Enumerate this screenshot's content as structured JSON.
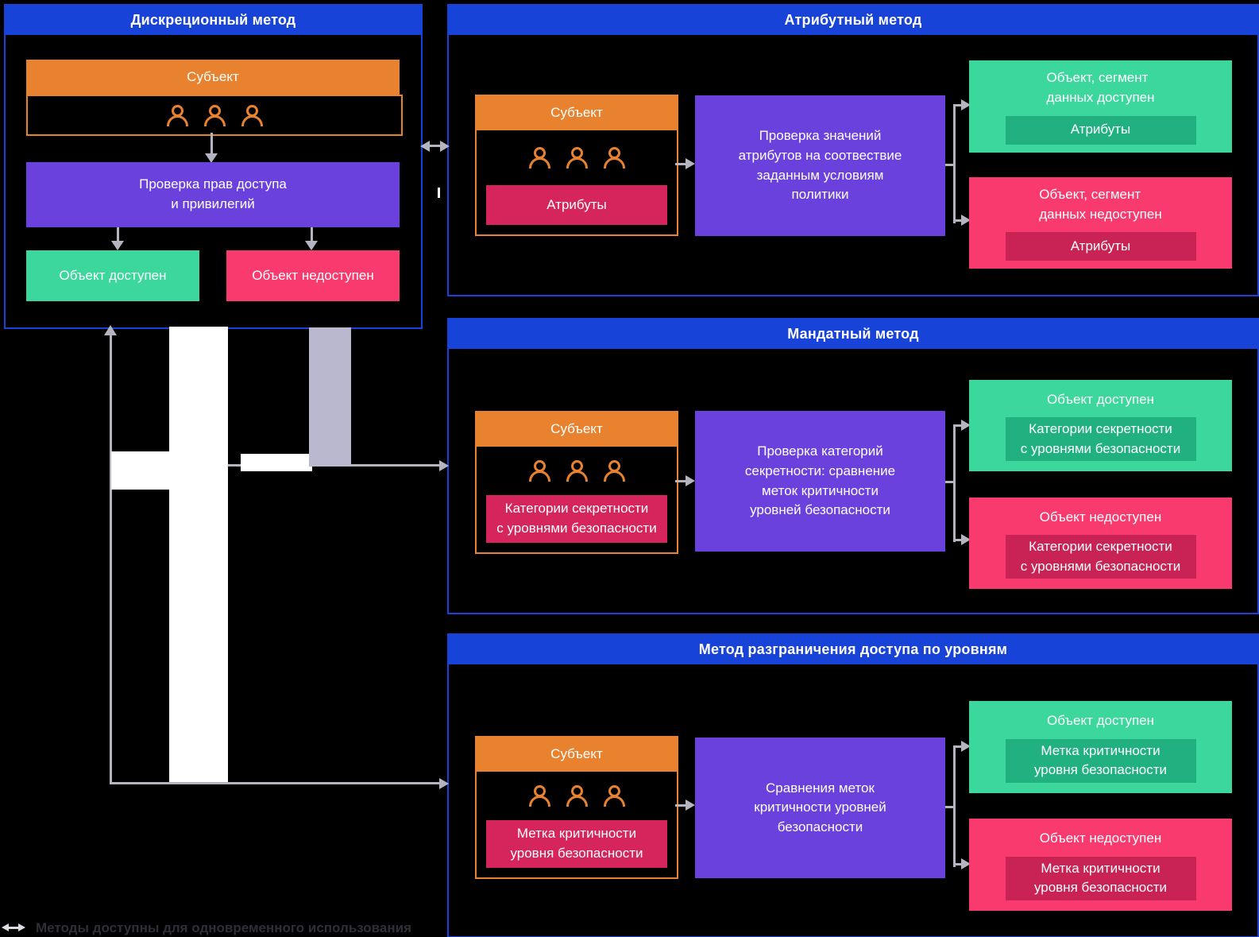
{
  "colors": {
    "background": "#000000",
    "blue": "#1843d8",
    "orange": "#e8822f",
    "purple": "#6b41dd",
    "green": "#3bd79d",
    "green_dark": "#21b181",
    "pink": "#f93a6e",
    "crimson": "#d6245c",
    "crimson_dark": "#c92255",
    "arrow_gray": "#b4b5c0",
    "lavender": "#bab8cf",
    "legend_icon": "#dcdde4",
    "legend_text": "#2f2f3a"
  },
  "panels": {
    "discretionary": {
      "title": "Дискреционный метод",
      "subject_title": "Субъект",
      "process": "Проверка прав доступа\nи привилегий",
      "granted_title": "Объект доступен",
      "denied_title": "Объект недоступен"
    },
    "attribute": {
      "title": "Атрибутный метод",
      "subject_title": "Субъект",
      "subject_tag": "Атрибуты",
      "process": "Проверка значений\nатрибутов на соотвествие\nзаданным условиям\nполитики",
      "granted_title": "Объект, сегмент\nданных доступен",
      "granted_tag": "Атрибуты",
      "denied_title": "Объект, сегмент\nданных недоступен",
      "denied_tag": "Атрибуты"
    },
    "mandatory": {
      "title": "Мандатный метод",
      "subject_title": "Субъект",
      "subject_tag": "Категории секретности\nс уровнями безопасности",
      "process": "Проверка категорий\nсекретности: сравнение\nметок критичности\nуровней безопасности",
      "granted_title": "Объект доступен",
      "granted_tag": "Категории секретности\nс уровнями безопасности",
      "denied_title": "Объект недоступен",
      "denied_tag": "Категории секретности\nс уровнями безопасности"
    },
    "levels": {
      "title": "Метод разграничения доступа по уровням",
      "subject_title": "Субъект",
      "subject_tag": "Метка критичности\nуровня безопасности",
      "process": "Сравнения меток\nкритичности уровней\nбезопасности",
      "granted_title": "Объект доступен",
      "granted_tag": "Метка критичности\nуровня безопасности",
      "denied_title": "Объект недоступен",
      "denied_tag": "Метка критичности\nуровня безопасности"
    }
  },
  "legend": {
    "label": "Методы доступны для одновременного использования"
  }
}
